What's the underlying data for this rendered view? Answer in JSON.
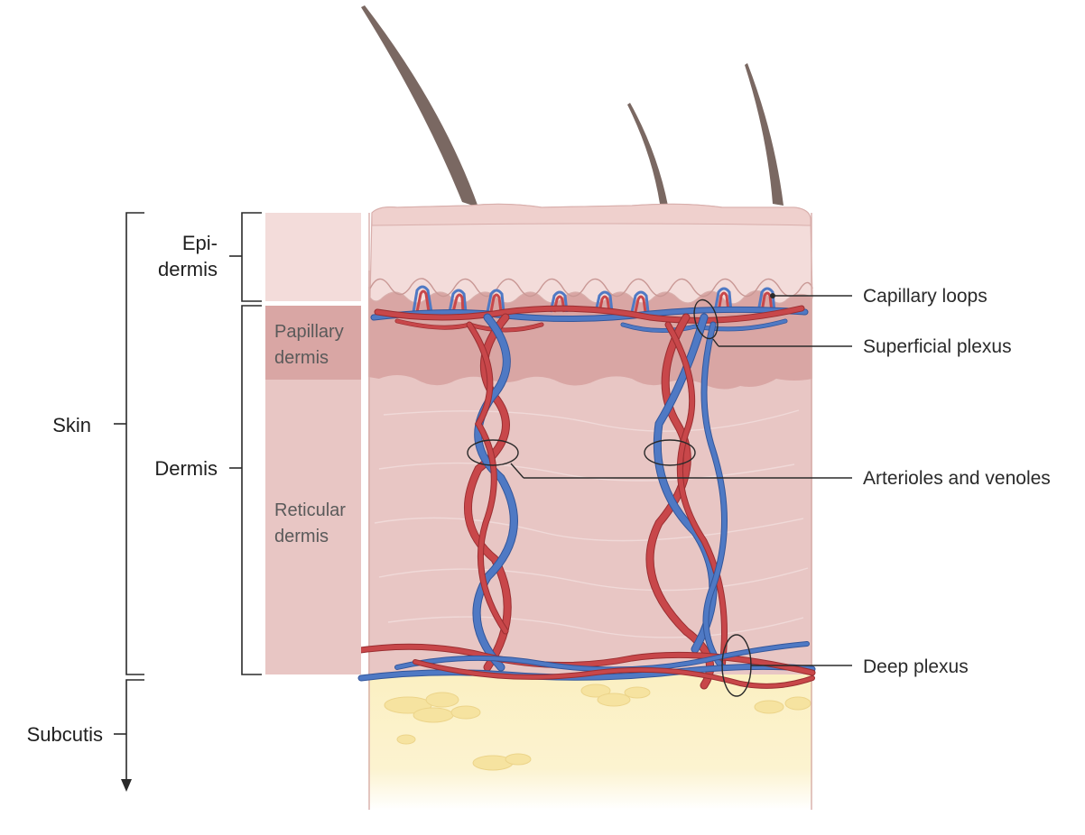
{
  "labels": {
    "skin": "Skin",
    "epidermis_line1": "Epi-",
    "epidermis_line2": "dermis",
    "dermis": "Dermis",
    "subcutis": "Subcutis",
    "papillary_line1": "Papillary",
    "papillary_line2": "dermis",
    "reticular_line1": "Reticular",
    "reticular_line2": "dermis"
  },
  "callouts": {
    "capillary_loops": "Capillary loops",
    "superficial_plexus": "Superficial plexus",
    "arterioles_venoles": "Arterioles and venoles",
    "deep_plexus": "Deep plexus"
  },
  "colors": {
    "epidermis": "#f3dcda",
    "papillary": "#d9a6a4",
    "reticular": "#e8c6c4",
    "subcutis": "#fbf0c2",
    "fat_lobule": "#f6e3a0",
    "artery": "#c8474a",
    "vein": "#4f79c4",
    "hair": "#7a6862"
  }
}
